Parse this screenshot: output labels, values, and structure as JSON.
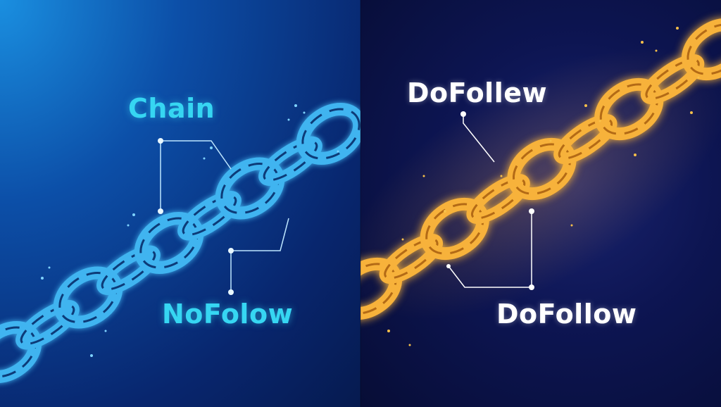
{
  "labels": {
    "chain": "Chain",
    "nofollow": "NoFolow",
    "dofollow_top": "DoFollew",
    "dofollow_bottom": "DoFollow"
  },
  "colors": {
    "left_chain": "#3fb4f0",
    "right_chain": "#f7b23a",
    "cyan_text": "#36d6f2",
    "white_text": "#ffffff"
  }
}
